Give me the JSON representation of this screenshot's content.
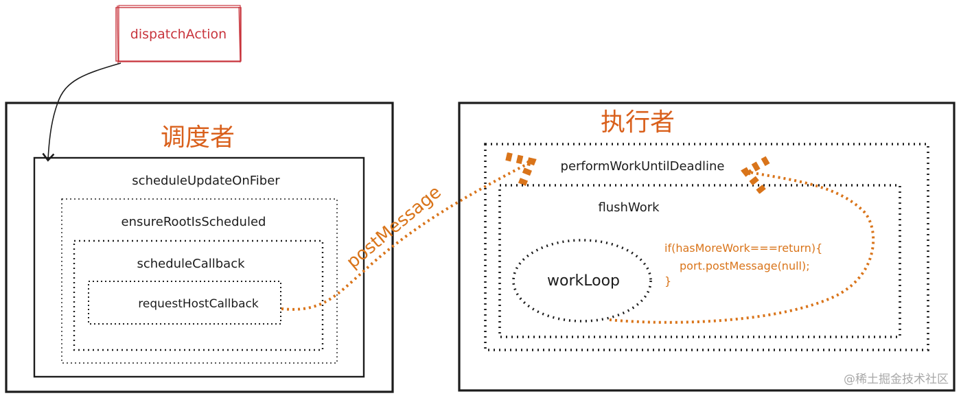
{
  "nodes": {
    "dispatch": "dispatchAction",
    "scheduler_title": "调度者",
    "executor_title": "执行者",
    "schedule_update": "scheduleUpdateOnFiber",
    "ensure_root": "ensureRootIsScheduled",
    "schedule_callback": "scheduleCallback",
    "request_host": "requestHostCallback",
    "perform_work": "performWorkUntilDeadline",
    "flush_work": "flushWork",
    "work_loop": "workLoop"
  },
  "edges": {
    "post_message_label": "postMessage"
  },
  "code": {
    "line1": "if(hasMoreWork===return){",
    "line2": "port.postMessage(null);",
    "line3": "}"
  },
  "watermark": "@稀土掘金技术社区",
  "colors": {
    "accent": "#d9741a",
    "title": "#d9601c",
    "dispatch_border": "#c8343c",
    "ink": "#1c1c1c"
  }
}
